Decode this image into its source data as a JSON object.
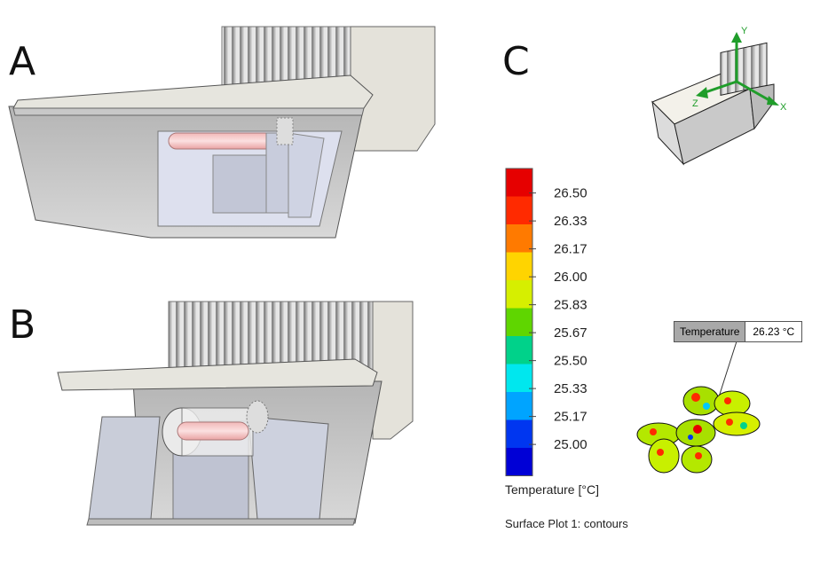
{
  "panels": {
    "a": "A",
    "b": "B",
    "c": "C"
  },
  "colorbar": {
    "ticks": [
      "26.50",
      "26.33",
      "26.17",
      "26.00",
      "25.83",
      "25.67",
      "25.50",
      "25.33",
      "25.17",
      "25.00"
    ],
    "colors": [
      "#e60000",
      "#ff2a00",
      "#ff7a00",
      "#ffd400",
      "#d6ef00",
      "#5fd600",
      "#00d28a",
      "#00e7ee",
      "#00a4ff",
      "#0036f0",
      "#0000d6"
    ],
    "title": "Temperature [°C]"
  },
  "caption": "Surface Plot 1: contours",
  "probe": {
    "label": "Temperature",
    "value": "26.23 °C"
  },
  "triad": {
    "x": "X",
    "y": "Y",
    "z": "Z"
  }
}
